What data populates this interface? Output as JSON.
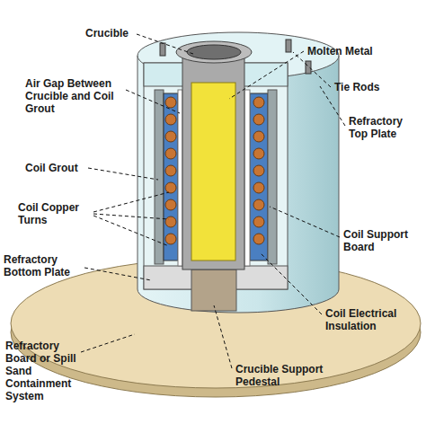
{
  "diagram": {
    "labels": [
      "Crucible",
      "Molten Metal",
      "Air Gap Between Crucible and Coil Grout",
      "Tie Rods",
      "Refractory Top Plate",
      "Coil Grout",
      "Coil Copper Turns",
      "Coil Support Board",
      "Refractory Bottom Plate",
      "Coil Electrical Insulation",
      "Refractory Board or Spill Sand Containment System",
      "Crucible Support Pedestal"
    ]
  }
}
